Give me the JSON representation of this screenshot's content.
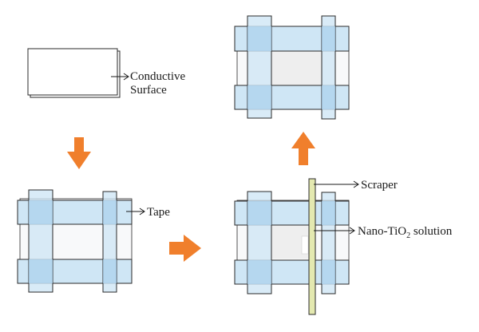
{
  "labels": {
    "conductive_line1": "Conductive",
    "conductive_line2": "Surface",
    "tape": "Tape",
    "scraper": "Scraper",
    "nano_prefix": "Nano-TiO",
    "nano_subscript": "2",
    "nano_suffix": " solution"
  },
  "colors": {
    "tape_fill": "#cfe6f5",
    "tape_overlap": "#a9d0ec",
    "outline": "#2b2b2b",
    "arrow": "#f07f2c",
    "scraper": "#e4e9b0",
    "film": "#eeeeee"
  }
}
